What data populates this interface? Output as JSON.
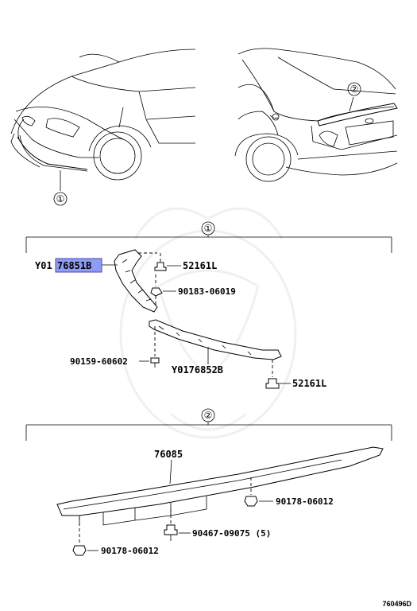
{
  "callouts": {
    "group1": "①",
    "group2": "②"
  },
  "parts": {
    "front_spoiler_left": "Y01",
    "front_spoiler_highlight": "76851B",
    "front_spoiler_right": "Y0176852B",
    "clip_upper": "52161L",
    "clip_lower": "52161L",
    "clip_90183": "90183-06019",
    "screw_90159": "90159-60602",
    "rear_spoiler": "76085",
    "nut_right": "90178-06012",
    "nut_left": "90178-06012",
    "clip_90467": "90467-09075 (5)"
  },
  "figure_id": "760496D",
  "colors": {
    "highlight": "#8f9cf5",
    "line": "#000000",
    "watermark": "#e6e6e6"
  }
}
